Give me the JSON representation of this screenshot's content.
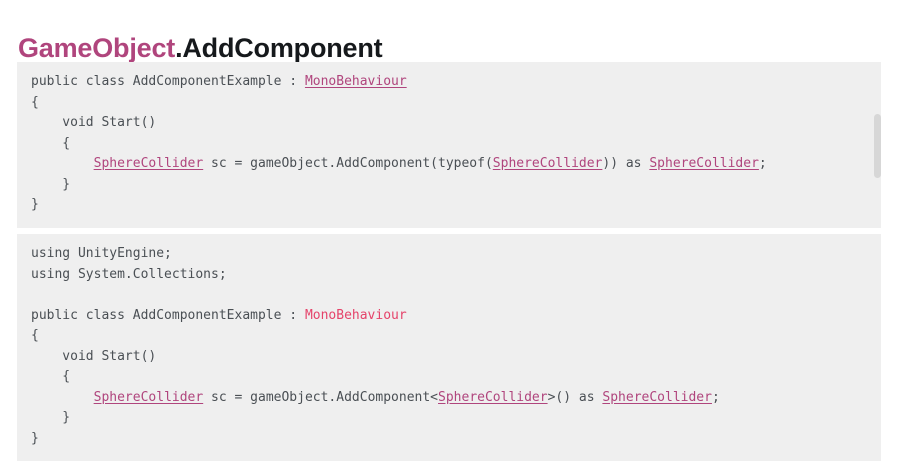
{
  "title": {
    "owner": "GameObject",
    "member": ".AddComponent",
    "owner_color": "#b0457d",
    "member_color": "#16191c"
  },
  "code_blocks": [
    {
      "id": "code-block-typeof",
      "language": "csharp",
      "background_color": "#efefef",
      "has_scrollbar": true,
      "lines": [
        [
          {
            "text": "public class AddComponentExample : ",
            "style": "plain"
          },
          {
            "text": "MonoBehaviour",
            "style": "link"
          }
        ],
        [
          {
            "text": "{",
            "style": "plain"
          }
        ],
        [
          {
            "text": "    void Start()",
            "style": "plain"
          }
        ],
        [
          {
            "text": "    {",
            "style": "plain"
          }
        ],
        [
          {
            "text": "        ",
            "style": "plain"
          },
          {
            "text": "SphereCollider",
            "style": "link"
          },
          {
            "text": " sc = gameObject.AddComponent(typeof(",
            "style": "plain"
          },
          {
            "text": "SphereCollider",
            "style": "link"
          },
          {
            "text": ")) as ",
            "style": "plain"
          },
          {
            "text": "SphereCollider",
            "style": "link"
          },
          {
            "text": ";",
            "style": "plain"
          }
        ],
        [
          {
            "text": "    }",
            "style": "plain"
          }
        ],
        [
          {
            "text": "}",
            "style": "plain"
          }
        ]
      ]
    },
    {
      "id": "code-block-generic",
      "language": "csharp",
      "background_color": "#efefef",
      "has_scrollbar": false,
      "lines": [
        [
          {
            "text": "using UnityEngine;",
            "style": "plain"
          }
        ],
        [
          {
            "text": "using System.Collections;",
            "style": "plain"
          }
        ],
        [
          {
            "text": "",
            "style": "plain"
          }
        ],
        [
          {
            "text": "public class AddComponentExample : ",
            "style": "plain"
          },
          {
            "text": "MonoBehaviour",
            "style": "type-red"
          }
        ],
        [
          {
            "text": "{",
            "style": "plain"
          }
        ],
        [
          {
            "text": "    void Start()",
            "style": "plain"
          }
        ],
        [
          {
            "text": "    {",
            "style": "plain"
          }
        ],
        [
          {
            "text": "        ",
            "style": "plain"
          },
          {
            "text": "SphereCollider",
            "style": "link"
          },
          {
            "text": " sc = gameObject.AddComponent<",
            "style": "plain"
          },
          {
            "text": "SphereCollider",
            "style": "link"
          },
          {
            "text": ">() as ",
            "style": "plain"
          },
          {
            "text": "SphereCollider",
            "style": "link"
          },
          {
            "text": ";",
            "style": "plain"
          }
        ],
        [
          {
            "text": "    }",
            "style": "plain"
          }
        ],
        [
          {
            "text": "}",
            "style": "plain"
          }
        ]
      ]
    }
  ]
}
